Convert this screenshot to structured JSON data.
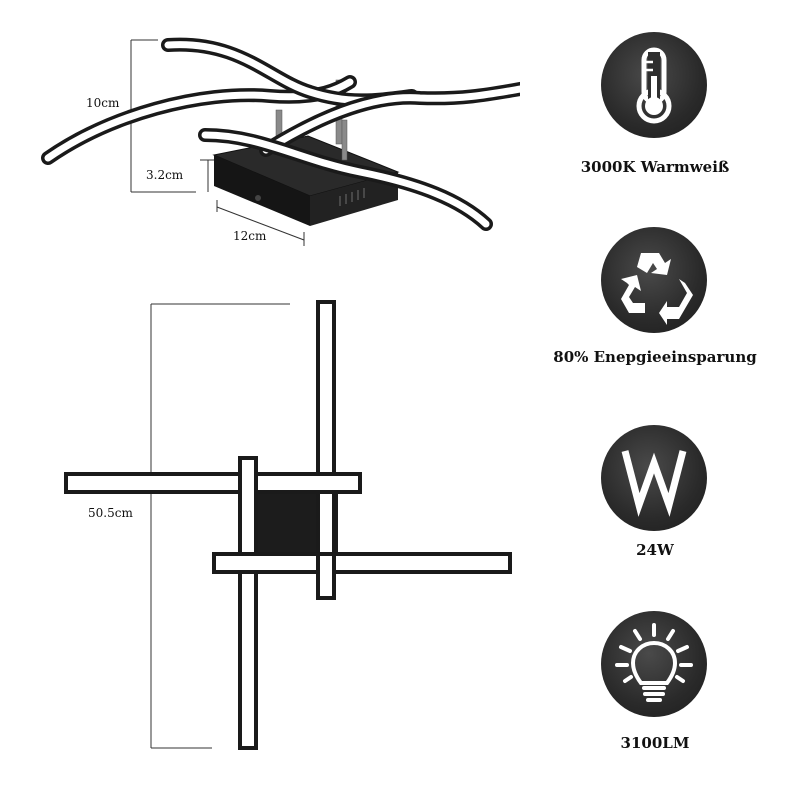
{
  "dimensions": {
    "height_label": "10cm",
    "base_height_label": "3.2cm",
    "base_width_label": "12cm",
    "total_length_label": "50.5cm"
  },
  "features": [
    {
      "icon": "thermometer-icon",
      "label": "3000K Warmweiß"
    },
    {
      "icon": "recycle-icon",
      "label": "80% Enepgieeinsparung"
    },
    {
      "icon": "watt-icon",
      "glyph": "W",
      "label": "24W"
    },
    {
      "icon": "light-bulb-icon",
      "label": "3100LM"
    }
  ],
  "colors": {
    "frame": "#1a1a1a",
    "led": "#ffffff",
    "icon_circle": "#2f2f2f"
  }
}
